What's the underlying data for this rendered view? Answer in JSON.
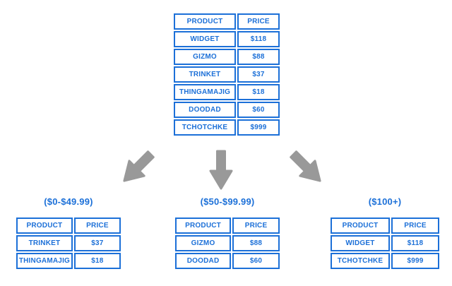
{
  "colors": {
    "accent_blue": "#1c70d8",
    "arrow_gray": "#999999",
    "background": "#ffffff"
  },
  "main_table": {
    "headers": [
      "PRODUCT",
      "PRICE"
    ],
    "rows": [
      [
        "WIDGET",
        "$118"
      ],
      [
        "GIZMO",
        "$88"
      ],
      [
        "TRINKET",
        "$37"
      ],
      [
        "THINGAMAJIG",
        "$18"
      ],
      [
        "DOODAD",
        "$60"
      ],
      [
        "TCHOTCHKE",
        "$999"
      ]
    ]
  },
  "arrows": [
    {
      "direction": "down-left"
    },
    {
      "direction": "down"
    },
    {
      "direction": "down-right"
    }
  ],
  "groups": [
    {
      "title": "($0-$49.99)",
      "headers": [
        "PRODUCT",
        "PRICE"
      ],
      "rows": [
        [
          "TRINKET",
          "$37"
        ],
        [
          "THINGAMAJIG",
          "$18"
        ]
      ]
    },
    {
      "title": "($50-$99.99)",
      "headers": [
        "PRODUCT",
        "PRICE"
      ],
      "rows": [
        [
          "GIZMO",
          "$88"
        ],
        [
          "DOODAD",
          "$60"
        ]
      ]
    },
    {
      "title": "($100+)",
      "headers": [
        "PRODUCT",
        "PRICE"
      ],
      "rows": [
        [
          "WIDGET",
          "$118"
        ],
        [
          "TCHOTCHKE",
          "$999"
        ]
      ]
    }
  ]
}
